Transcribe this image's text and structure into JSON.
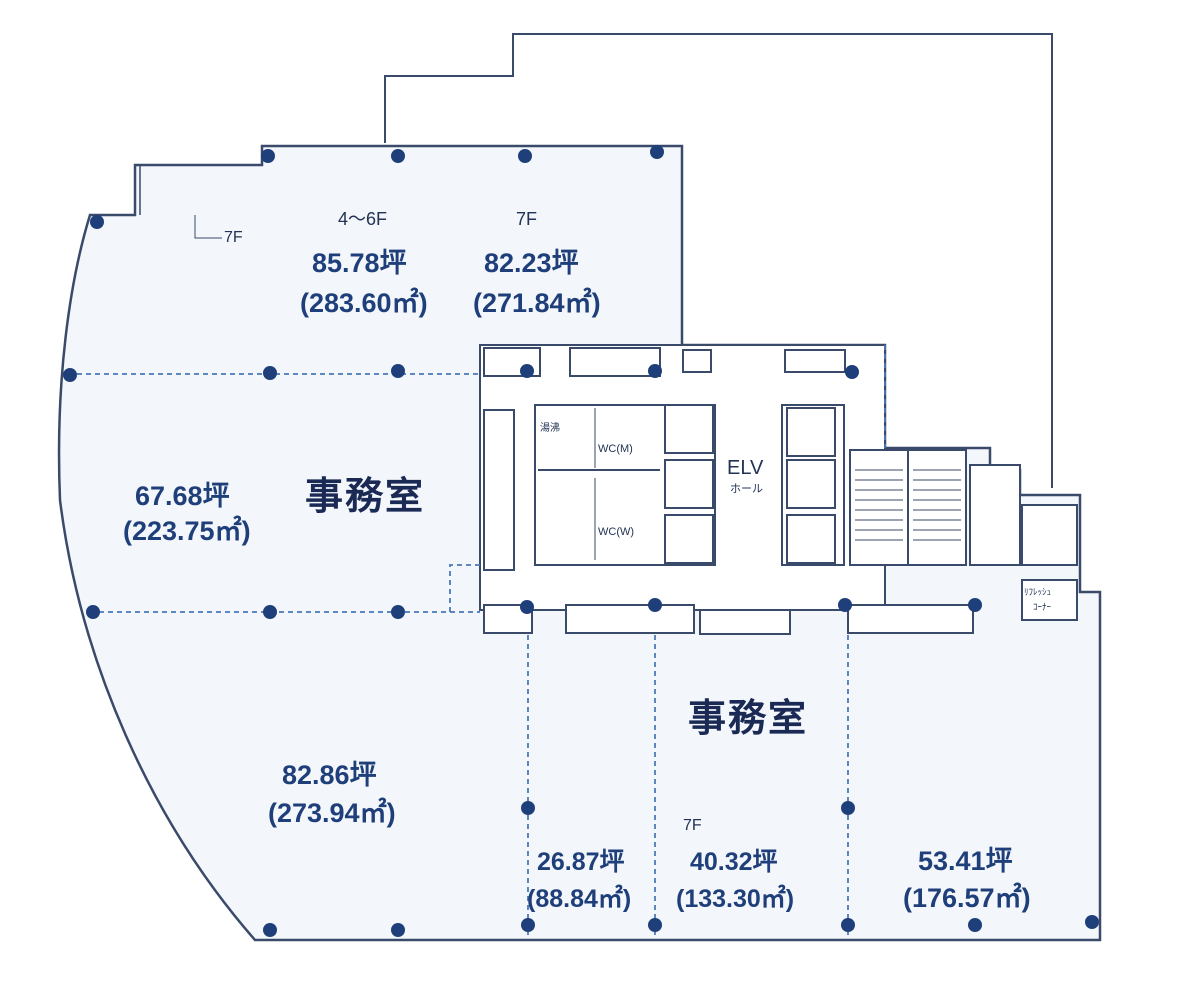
{
  "colors": {
    "wall": "#3a4a6a",
    "column": "#1f3f7a",
    "dashed": "#4a7ab8",
    "fill": "#f3f6fa",
    "text": "#1f3f7a"
  },
  "labels": {
    "floor_4_6": "4～6F",
    "floor_7_top": "7F",
    "floor_7_left": "7F",
    "floor_7_bottom": "7F",
    "area_top_left_tsubo": "85.78坪",
    "area_top_left_m2": "(283.60㎡)",
    "area_top_right_tsubo": "82.23坪",
    "area_top_right_m2": "(271.84㎡)",
    "area_mid_left_tsubo": "67.68坪",
    "area_mid_left_m2": "(223.75㎡)",
    "room_left": "事務室",
    "room_bottom": "事務室",
    "area_bottom_left_tsubo": "82.86坪",
    "area_bottom_left_m2": "(273.94㎡)",
    "area_b1_tsubo": "26.87坪",
    "area_b1_m2": "(88.84㎡)",
    "area_b2_tsubo": "40.32坪",
    "area_b2_m2": "(133.30㎡)",
    "area_b3_tsubo": "53.41坪",
    "area_b3_m2": "(176.57㎡)",
    "elv": "ELV",
    "elv_hall": "ホール",
    "wc_m": "WC(M)",
    "wc_w": "WC(W)",
    "refresh_1": "ﾘﾌﾚｯｼｭ",
    "refresh_2": "ｺｰﾅｰ",
    "boiler": "湯沸"
  }
}
